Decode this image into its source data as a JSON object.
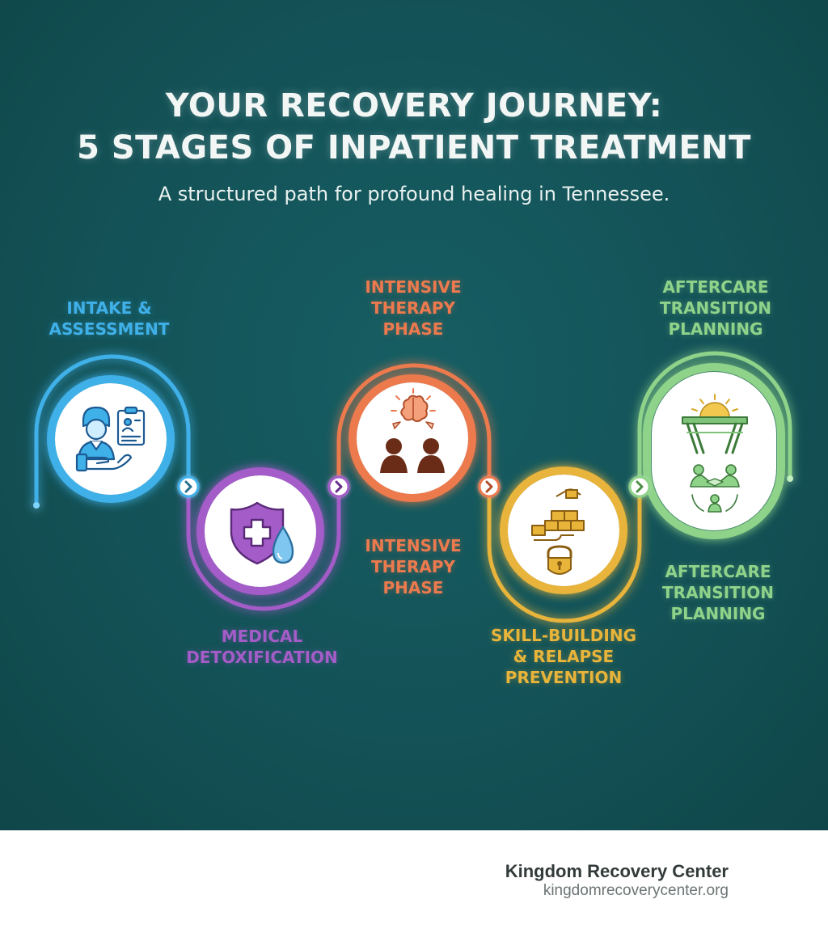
{
  "header": {
    "title_line1": "YOUR RECOVERY JOURNEY:",
    "title_line2": "5 STAGES OF INPATIENT TREATMENT",
    "subtitle": "A structured path for profound healing in Tennessee."
  },
  "stages": [
    {
      "name": "Intake & Assessment",
      "lines": [
        "INTAKE &",
        "ASSESSMENT"
      ],
      "color": "#3fb0e8",
      "icon": "clinician-clipboard-hand-icon"
    },
    {
      "name": "Medical Detoxification",
      "lines": [
        "MEDICAL",
        "DETOXIFICATION"
      ],
      "color": "#a45cc8",
      "icon": "medical-shield-droplet-icon"
    },
    {
      "name": "Intensive Therapy Phase",
      "lines": [
        "INTENSIVE",
        "THERAPY",
        "PHASE"
      ],
      "lines_lower": [
        "INTENSIVE",
        "THERAPY",
        "PHASE"
      ],
      "color": "#ec7a4e",
      "icon": "brain-conversation-people-icon"
    },
    {
      "name": "Skill-Building & Relapse Prevention",
      "lines": [
        "SKILL-BUILDING",
        "& RELAPSE",
        "PREVENTION"
      ],
      "color": "#e8b43a",
      "icon": "blocks-hands-lock-icon"
    },
    {
      "name": "Aftercare Transition Planning",
      "lines": [
        "AFTERCARE",
        "TRANSITION",
        "PLANNING"
      ],
      "lines_lower": [
        "AFTERCARE",
        "TRANSITION",
        "PLANNING"
      ],
      "color": "#8fd38a",
      "icon": "sun-bridge-handshake-icon"
    }
  ],
  "footer": {
    "organization": "Kingdom Recovery Center",
    "website": "kingdomrecoverycenter.org"
  }
}
